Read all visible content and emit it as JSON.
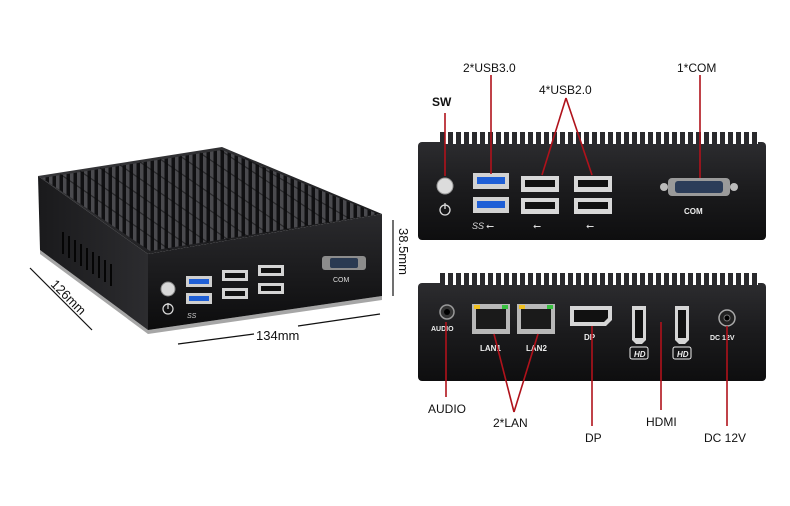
{
  "dimensions": {
    "width": "134mm",
    "depth": "126mm",
    "height": "38.5mm"
  },
  "callouts": {
    "sw": "SW",
    "usb3": "2*USB3.0",
    "usb2": "4*USB2.0",
    "com": "1*COM",
    "audio": "AUDIO",
    "lan": "2*LAN",
    "dp": "DP",
    "hdmi": "HDMI",
    "dc": "DC 12V"
  },
  "silkscreen": {
    "com": "COM",
    "audio": "AUDIO",
    "lan1": "LAN1",
    "lan2": "LAN2",
    "dp": "DP",
    "dc": "DC 12V",
    "hd": "HD",
    "ss": "SS"
  },
  "colors": {
    "callout_line": "#b0121b",
    "chassis": "#1c1c1e",
    "usb3_port": "#1f5fd6"
  },
  "icons": [
    "power-button-icon",
    "usb-symbol-icon"
  ]
}
